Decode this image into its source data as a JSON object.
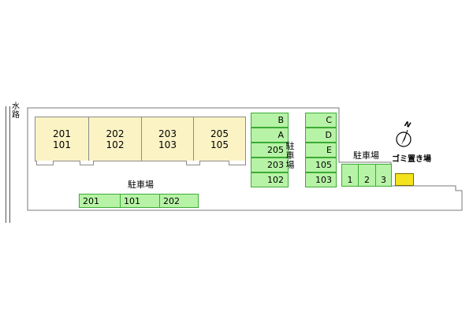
{
  "waterway": {
    "label": [
      "水",
      "路"
    ]
  },
  "buildings": [
    {
      "upper": "201",
      "lower": "101"
    },
    {
      "upper": "202",
      "lower": "102"
    },
    {
      "upper": "203",
      "lower": "103"
    },
    {
      "upper": "205",
      "lower": "105"
    }
  ],
  "parking_main_label": "駐車場",
  "parking_main_stalls": [
    "201",
    "101",
    "202"
  ],
  "parking_mid_stalls": [
    "B",
    "A",
    "205",
    "203",
    "102"
  ],
  "parking_mid_label": [
    "駐",
    "車",
    "場"
  ],
  "parking_right_stalls": [
    "C",
    "D",
    "E",
    "105",
    "103"
  ],
  "parking_east_label": "駐車場",
  "parking_east_stalls": [
    "1",
    "2",
    "3"
  ],
  "garbage_label": "ゴミ置き場",
  "compass": {
    "letter": "N",
    "icon": "north-arrow-icon"
  },
  "colors": {
    "building": "#fbf3c4",
    "parking": "#b7f3a6",
    "parking_border": "#3cab35",
    "garbage": "#f3e21c"
  }
}
